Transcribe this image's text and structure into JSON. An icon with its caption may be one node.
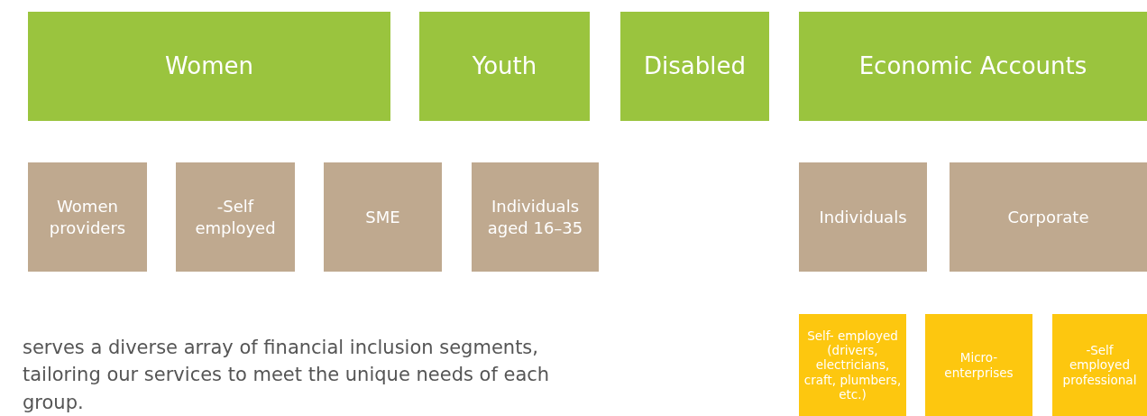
{
  "diagram": {
    "nodes": [
      {
        "text": [
          "Women"
        ]
      },
      {
        "text": [
          "Youth"
        ]
      },
      {
        "text": [
          "Disabled"
        ]
      },
      {
        "text": [
          "Economic Accounts"
        ]
      },
      {
        "text": [
          "Women providers"
        ]
      },
      {
        "text": [
          "-Self employed"
        ]
      },
      {
        "text": [
          "SME"
        ]
      },
      {
        "text": [
          "Individuals aged 16–35"
        ]
      },
      {
        "text": [
          "Individuals"
        ]
      },
      {
        "text": [
          "Corporate"
        ]
      },
      {
        "text": [
          "Self- employed (drivers, electricians, craft, plumbers, etc.)"
        ]
      },
      {
        "text": [
          "Micro- enterprises"
        ]
      },
      {
        "text": [
          "-Self employed professional"
        ]
      }
    ],
    "edges": [],
    "labels": [
      "serves a diverse array of financial inclusion segments, tailoring our services to meet the unique needs of each group."
    ]
  }
}
